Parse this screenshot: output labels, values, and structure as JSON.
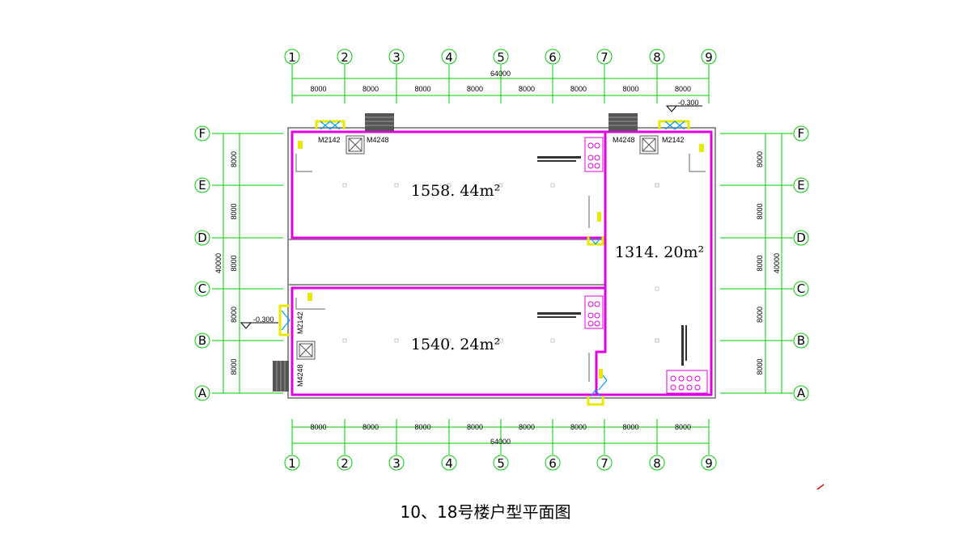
{
  "caption": "10、18号楼户型平面图",
  "columns": [
    "1",
    "2",
    "3",
    "4",
    "5",
    "6",
    "7",
    "8",
    "9"
  ],
  "rows": [
    "F",
    "E",
    "D",
    "C",
    "B",
    "A"
  ],
  "bay_dims": [
    "8000",
    "8000",
    "8000",
    "8000",
    "8000",
    "8000",
    "8000",
    "8000"
  ],
  "total_width": "64000",
  "row_dims": [
    "8000",
    "8000",
    "8000",
    "8000",
    "8000"
  ],
  "total_height": "40000",
  "areas": {
    "top_left": "1558. 44m²",
    "bottom_left": "1540. 24m²",
    "right": "1314. 20m²"
  },
  "doors": {
    "m2142": "M2142",
    "m4248": "M4248"
  },
  "levels": {
    "level": "-0.300"
  },
  "colors": {
    "grid": "#00cc00",
    "room_outline": "#e000e0",
    "wall": "#909090",
    "yellow": "#e8e800",
    "door_swing": "#00a0ff"
  }
}
